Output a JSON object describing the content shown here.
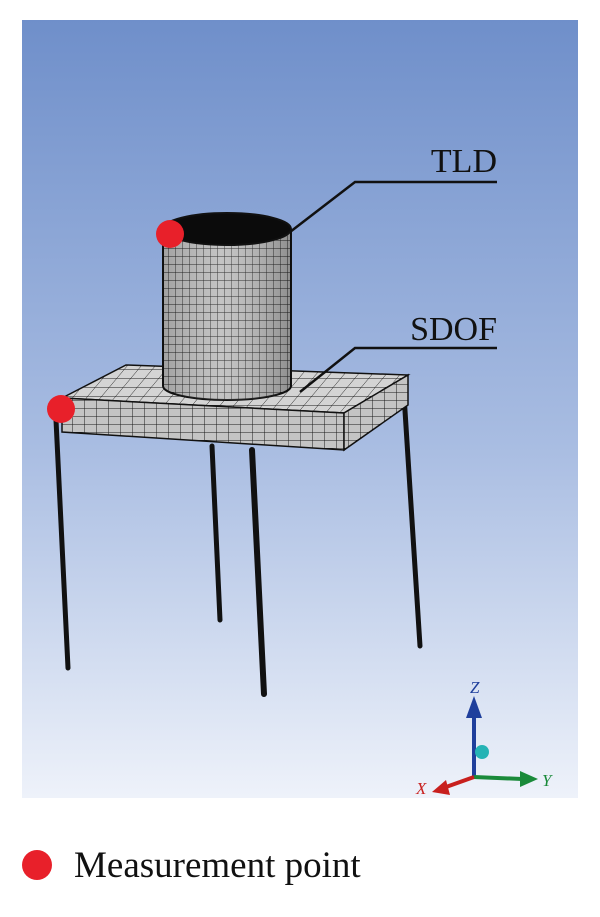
{
  "callouts": {
    "tld": "TLD",
    "sdof": "SDOF"
  },
  "axes": {
    "z": "Z",
    "y": "Y",
    "x": "X"
  },
  "legend": {
    "label": "Measurement point"
  },
  "colors": {
    "measurement_point": "#e8202a",
    "background_top": "#6f8fca",
    "background_bottom": "#eef2fa",
    "mesh_face": "#c9c9c9",
    "mesh_line": "#111111",
    "axis_z": "#1f3f9c",
    "axis_y": "#1a8a3a",
    "axis_x": "#c8201e",
    "axis_origin": "#25b3b5"
  },
  "icons": {
    "measurement_point": "red-dot-icon",
    "triad": "xyz-triad-icon"
  }
}
